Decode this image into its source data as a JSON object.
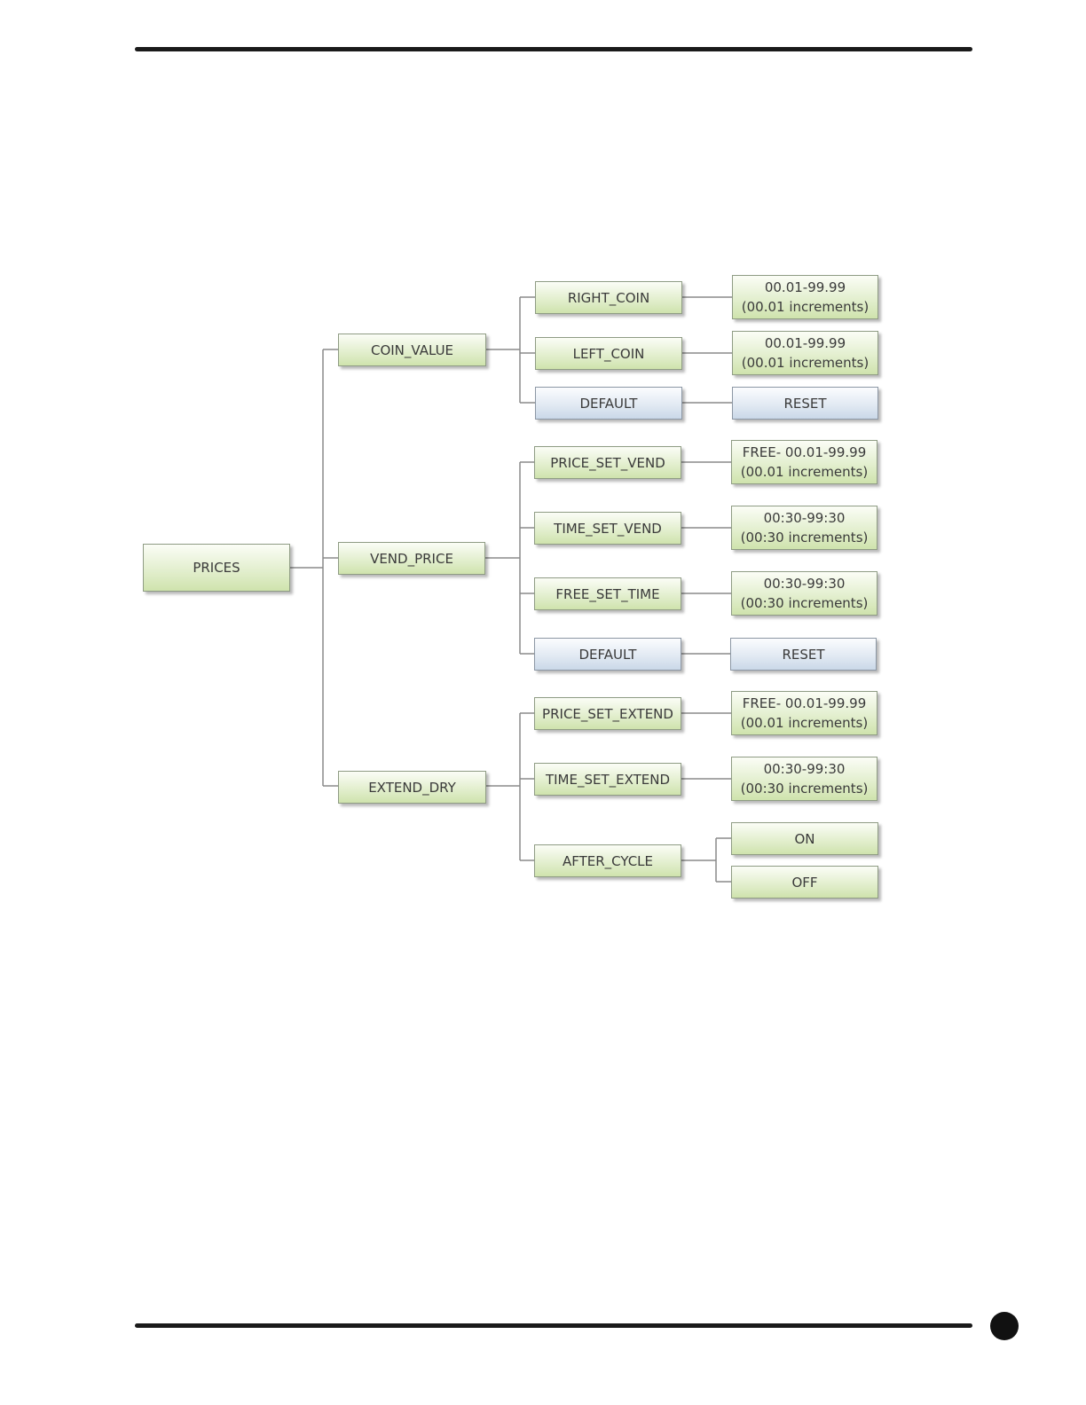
{
  "diagram": {
    "root": {
      "label": "PRICES"
    },
    "coin_value": {
      "label": "COIN_VALUE",
      "right_coin": {
        "label": "RIGHT_COIN",
        "value_line1": "00.01-99.99",
        "value_line2": "(00.01 increments)"
      },
      "left_coin": {
        "label": "LEFT_COIN",
        "value_line1": "00.01-99.99",
        "value_line2": "(00.01 increments)"
      },
      "default": {
        "label": "DEFAULT",
        "value": "RESET"
      }
    },
    "vend_price": {
      "label": "VEND_PRICE",
      "price_set_vend": {
        "label": "PRICE_SET_VEND",
        "value_line1": "FREE- 00.01-99.99",
        "value_line2": "(00.01 increments)"
      },
      "time_set_vend": {
        "label": "TIME_SET_VEND",
        "value_line1": "00:30-99:30",
        "value_line2": "(00:30 increments)"
      },
      "free_set_time": {
        "label": "FREE_SET_TIME",
        "value_line1": "00:30-99:30",
        "value_line2": "(00:30 increments)"
      },
      "default": {
        "label": "DEFAULT",
        "value": "RESET"
      }
    },
    "extend_dry": {
      "label": "EXTEND_DRY",
      "price_set_extend": {
        "label": "PRICE_SET_EXTEND",
        "value_line1": "FREE- 00.01-99.99",
        "value_line2": "(00.01 increments)"
      },
      "time_set_extend": {
        "label": "TIME_SET_EXTEND",
        "value_line1": "00:30-99:30",
        "value_line2": "(00:30 increments)"
      },
      "after_cycle": {
        "label": "AFTER_CYCLE",
        "option_on": "ON",
        "option_off": "OFF"
      }
    }
  }
}
